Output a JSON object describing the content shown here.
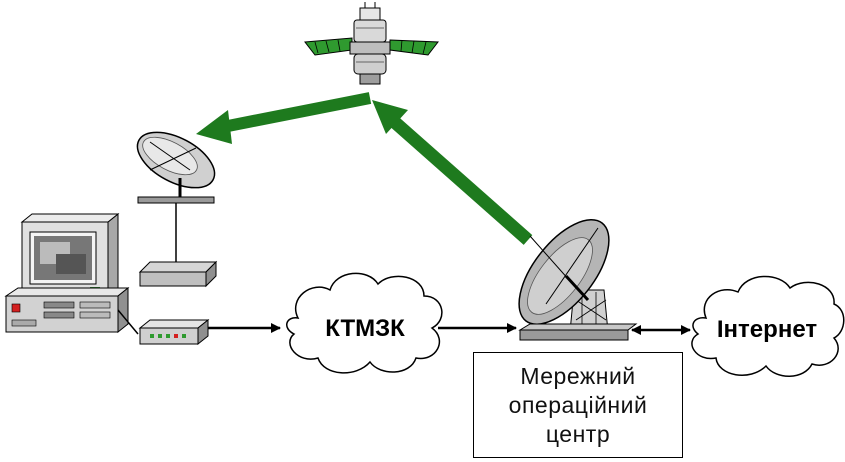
{
  "clouds": {
    "left_label": "КТМЗК",
    "right_label": "Інтернет"
  },
  "noc": {
    "line1": "Мережний",
    "line2": "операційний",
    "line3": "центр"
  },
  "colors": {
    "beam": "#1e7a1e",
    "panel": "#2f9a2f",
    "dish": "#a9a9a9",
    "line": "#000000"
  },
  "icons": [
    "satellite-icon",
    "user-dish-icon",
    "computer-icon",
    "receiver-icon",
    "modem-icon",
    "hub-dish-icon"
  ]
}
